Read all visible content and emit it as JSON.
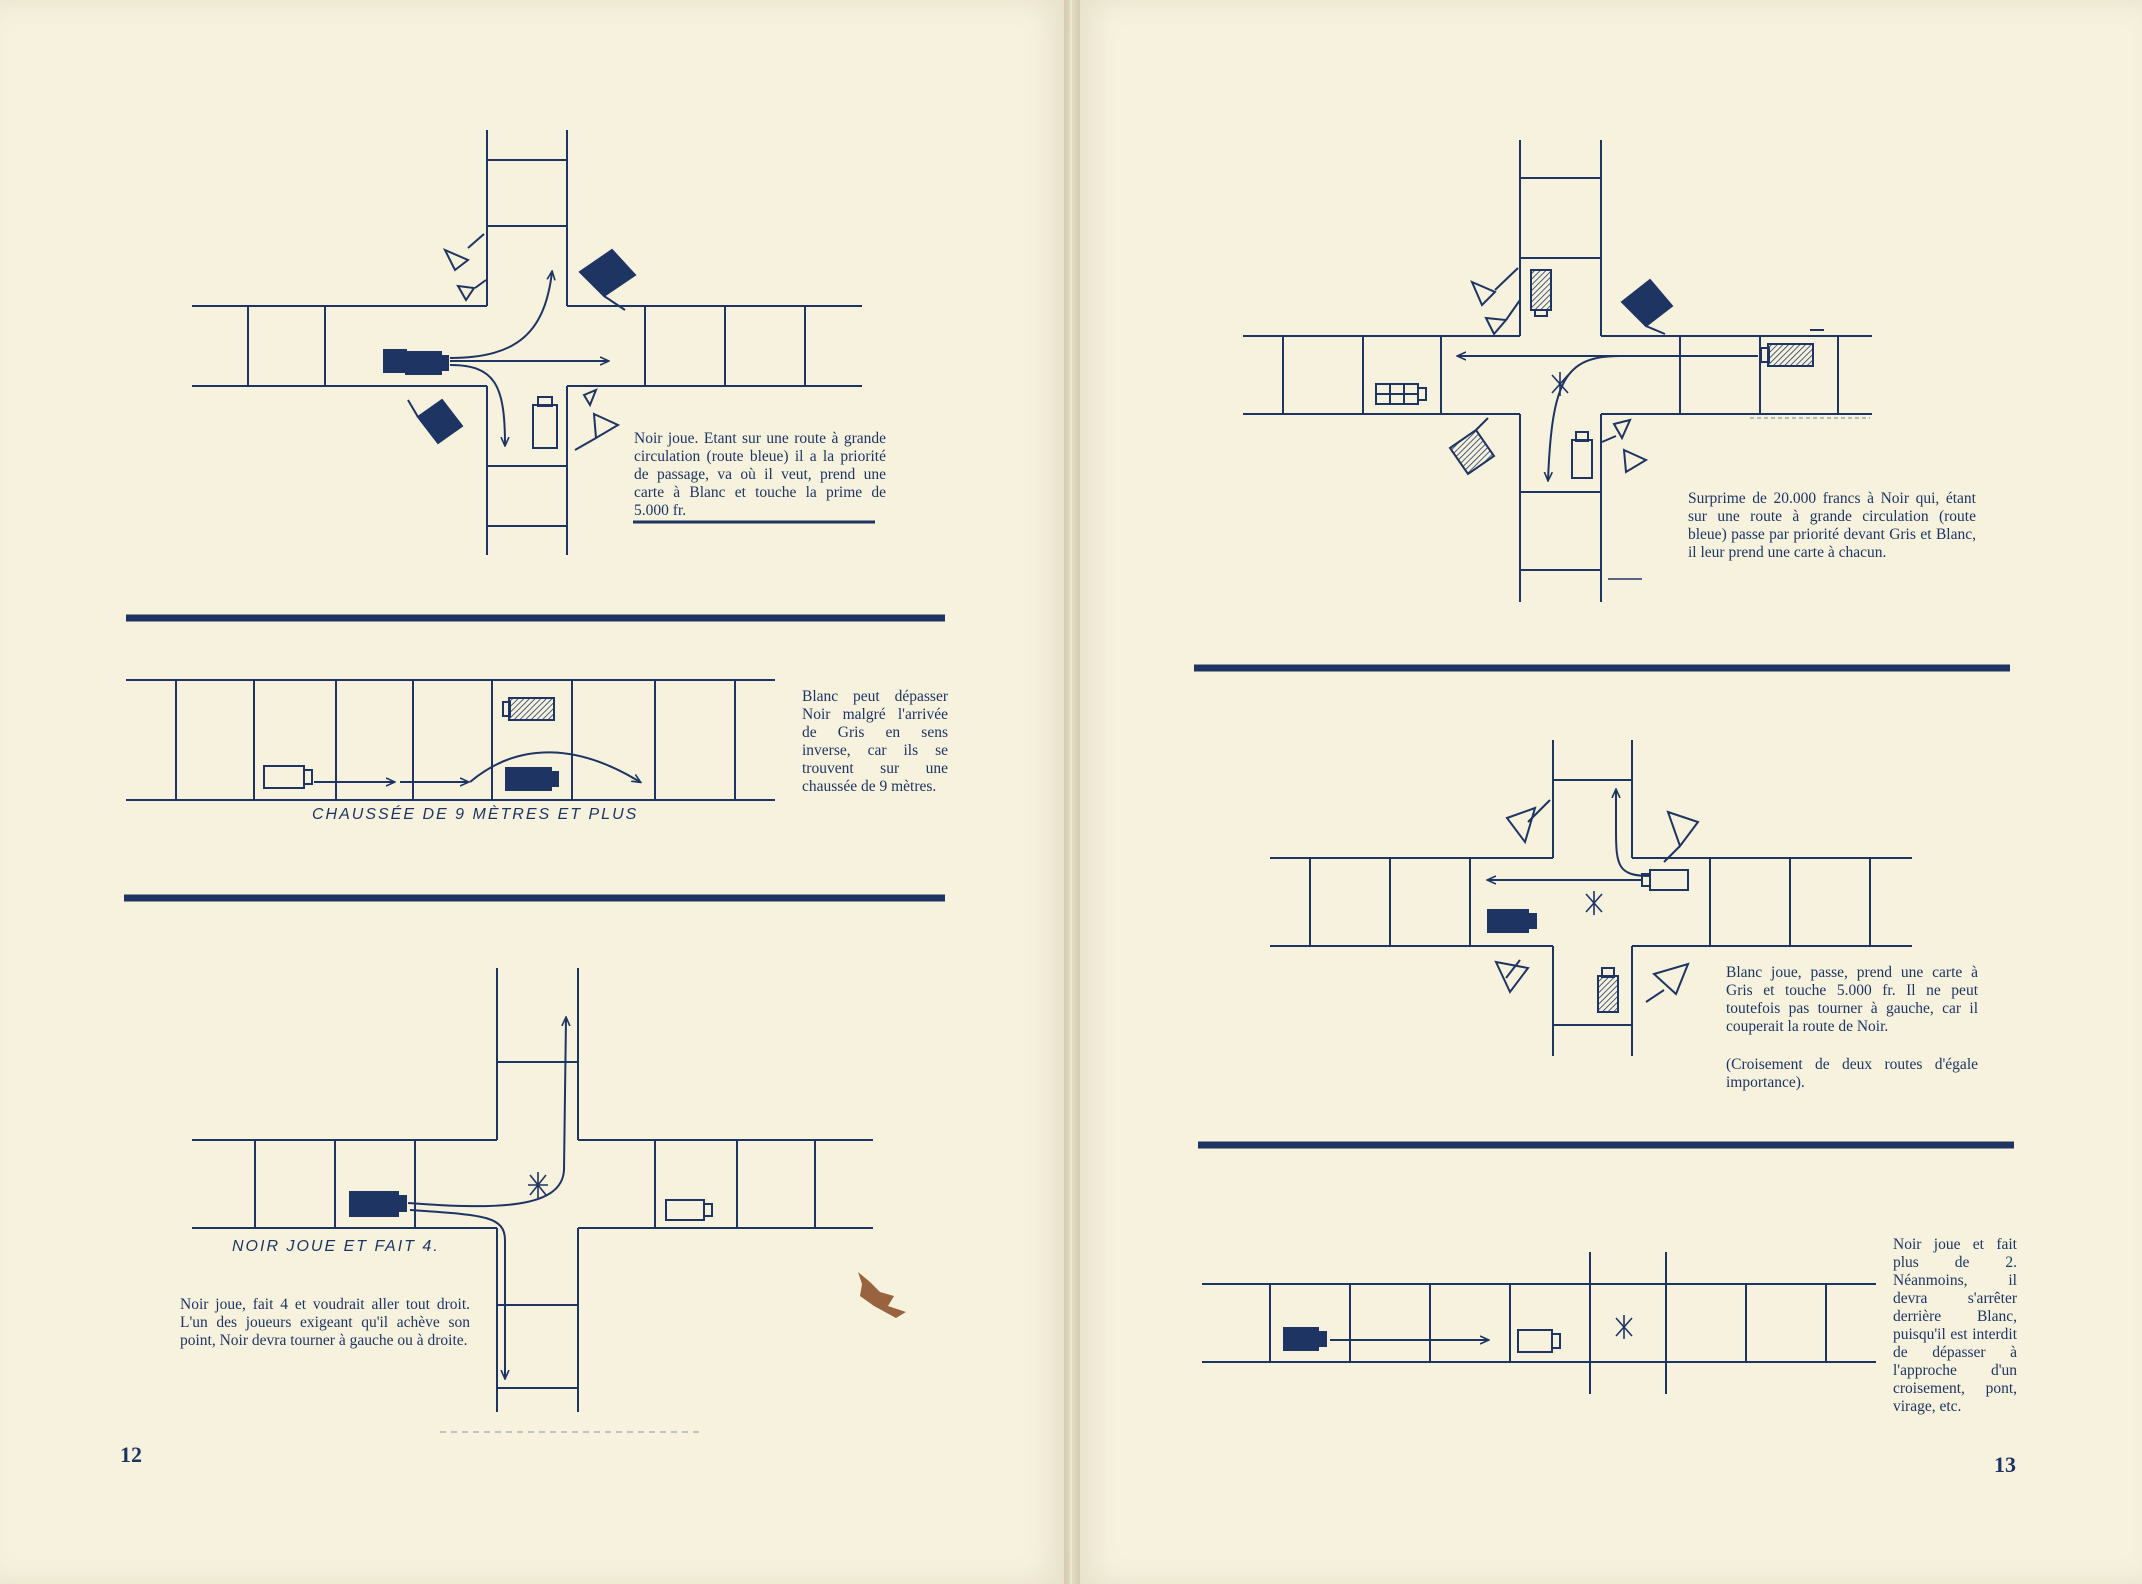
{
  "left_page": {
    "page_number": "12",
    "diagram1_caption": "Noir joue. Etant sur une route à grande circulation (route bleue) il a la priorité de passage, va où il veut, prend une carte à Blanc et touche la prime de 5.000 fr.",
    "diagram2_caption": "Blanc peut dépasser Noir malgré l'arrivée de Gris en sens inverse, car ils se trouvent sur une chaussée de 9 mètres.",
    "diagram2_label": "CHAUSSÉE DE 9 MÈTRES ET PLUS",
    "diagram3_label": "NOIR JOUE ET FAIT 4.",
    "diagram3_caption": "Noir joue, fait 4 et voudrait aller tout droit. L'un des joueurs exigeant qu'il achève son point, Noir devra tourner à gauche ou à droite."
  },
  "right_page": {
    "page_number": "13",
    "diagram1_caption": "Surprime de 20.000 francs à Noir qui, étant sur une route à grande circulation (route bleue) passe par priorité devant Gris et Blanc, il leur prend une carte à chacun.",
    "diagram2_caption": "Blanc joue, passe, prend une carte à Gris et touche 5.000 fr. Il ne peut toutefois pas tourner à gauche, car il couperait la route de Noir.",
    "diagram2_note": "(Croisement de deux routes d'égale importance).",
    "diagram3_caption": "Noir joue et fait plus de 2. Néanmoins, il devra s'arrêter derrière Blanc, puisqu'il est interdit de dépasser à l'approche d'un croisement, pont, virage, etc."
  },
  "colors": {
    "ink": "#1e3563",
    "paper": "#f6f2de"
  }
}
